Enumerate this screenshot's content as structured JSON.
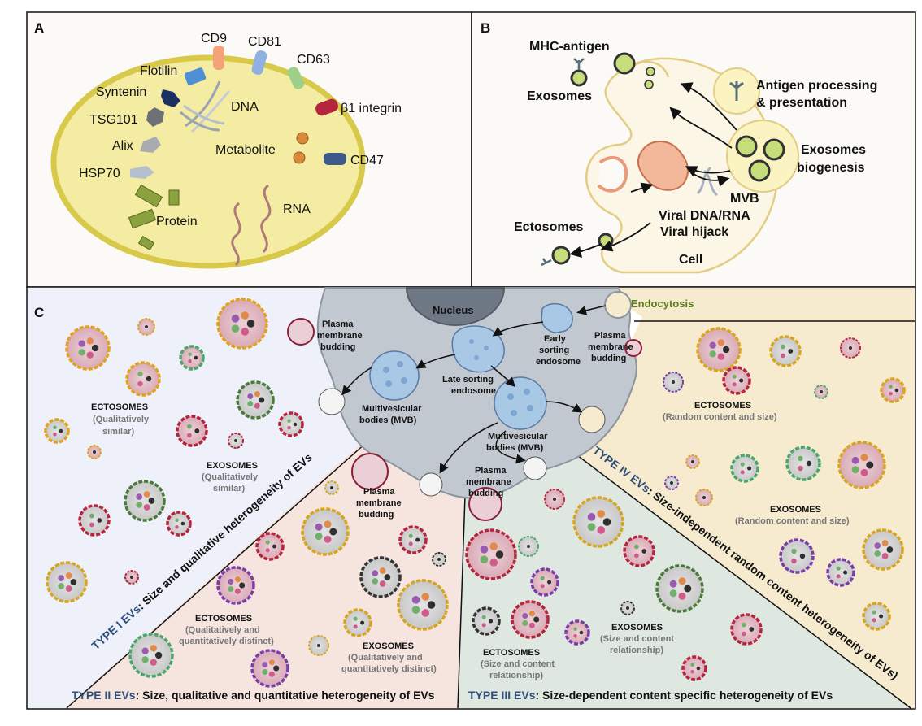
{
  "panel_a": {
    "letter": "A",
    "labels": {
      "cd9": "CD9",
      "cd81": "CD81",
      "cd63": "CD63",
      "flotilin": "Flotilin",
      "syntenin": "Syntenin",
      "dna": "DNA",
      "b1_integrin": "β1 integrin",
      "tsg101": "TSG101",
      "alix": "Alix",
      "metabolite": "Metabolite",
      "cd47": "CD47",
      "hsp70": "HSP70",
      "rna": "RNA",
      "protein": "Protein"
    }
  },
  "panel_b": {
    "letter": "B",
    "labels": {
      "mhc_antigen": "MHC-antigen",
      "exosomes": "Exosomes",
      "antigen_line1": "Antigen processing",
      "antigen_line2": "& presentation",
      "biogen_line1": "Exosomes",
      "biogen_line2": "biogenesis",
      "mvb": "MVB",
      "viral_line1": "Viral DNA/RNA",
      "viral_line2": "Viral hijack",
      "ectosomes": "Ectosomes",
      "cell": "Cell"
    }
  },
  "panel_c": {
    "letter": "C",
    "labels": {
      "nucleus": "Nucleus",
      "endocytosis": "Endocytosis",
      "pm_budding": [
        "Plasma",
        "membrane",
        "budding"
      ],
      "early_endosome": [
        "Early",
        "sorting",
        "endosome"
      ],
      "late_endosome": [
        "Late sorting",
        "endosome"
      ],
      "mvb": [
        "Multivesicular",
        "bodies (MVB)"
      ]
    },
    "types": {
      "type1": {
        "key": "TYPE I EVs",
        "desc": ": Size and qualitative heterogeneity of EVs",
        "ectosomes": "ECTOSOMES",
        "ectosomes_note": [
          "(Qualitatively",
          "similar)"
        ],
        "exosomes": "EXOSOMES",
        "exosomes_note": [
          "(Qualitatively",
          "similar)"
        ]
      },
      "type2": {
        "key": "TYPE II EVs",
        "desc": ": Size, qualitative and quantitative heterogeneity of EVs",
        "ectosomes": "ECTOSOMES",
        "ectosomes_note": [
          "(Qualitatively and",
          "quantitatively distinct)"
        ],
        "exosomes": "EXOSOMES",
        "exosomes_note": [
          "(Qualitatively and",
          "quantitatively distinct)"
        ]
      },
      "type3": {
        "key": "TYPE III EVs",
        "desc": ": Size-dependent content specific heterogeneity of EVs",
        "ectosomes": "ECTOSOMES",
        "ectosomes_note": [
          "(Size and content",
          "relationship)"
        ],
        "exosomes": "EXOSOMES",
        "exosomes_note": [
          "(Size and content",
          "relationship)"
        ]
      },
      "type4": {
        "key": "TYPE IV EVs",
        "desc": ": Size-independent random content heterogeneity of EVs)",
        "ectosomes": "ECTOSOMES",
        "ectosomes_note": [
          "(Random content and size)"
        ],
        "exosomes": "EXOSOMES",
        "exosomes_note": [
          "(Random content and size)"
        ]
      }
    }
  },
  "colors": {
    "vesicle_yellow": "#f3eca2",
    "vesicle_rim": "#d8c94a",
    "type1_bg": "#eef1fa",
    "type2_bg": "#f6e4df",
    "type3_bg": "#dfe7e1",
    "type4_bg": "#f6ebcf",
    "cell_gray": "#c2c8d0",
    "endosome_blue": "#a9c8e6",
    "type_key": "#2f4f7a"
  }
}
